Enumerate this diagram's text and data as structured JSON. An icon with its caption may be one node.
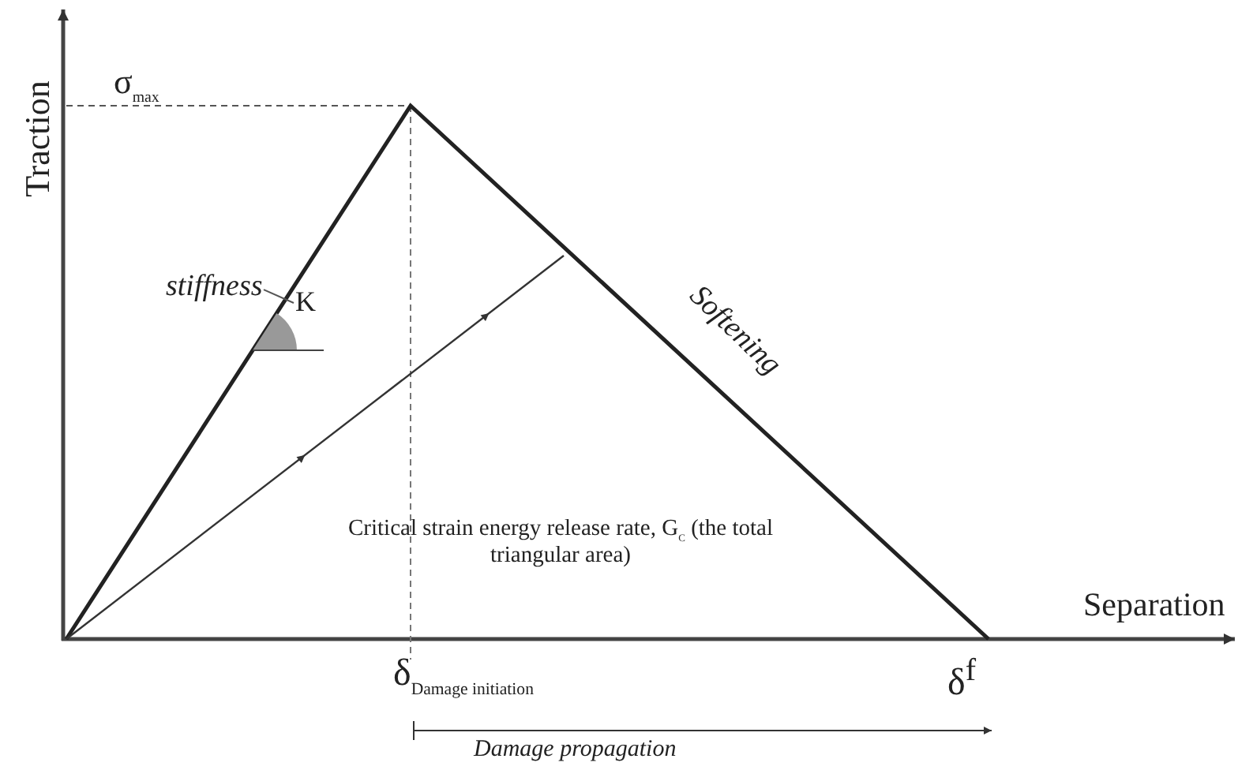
{
  "diagram": {
    "nodes": [
      {
        "text": [
          "stiffness"
        ]
      },
      {
        "text": [
          "K"
        ]
      }
    ],
    "edges": [
      {
        "from": 0,
        "to": 1,
        "arrow": "none"
      }
    ],
    "labels": [
      "Traction",
      "σ$_{max}$",
      "Softening",
      "Critical strain energy release rate, G$_{C}$ (the total triangular area)",
      "Separation",
      "δ$_{Damage initiation}$",
      "δ$^{f}$",
      "Damage propagation"
    ]
  }
}
